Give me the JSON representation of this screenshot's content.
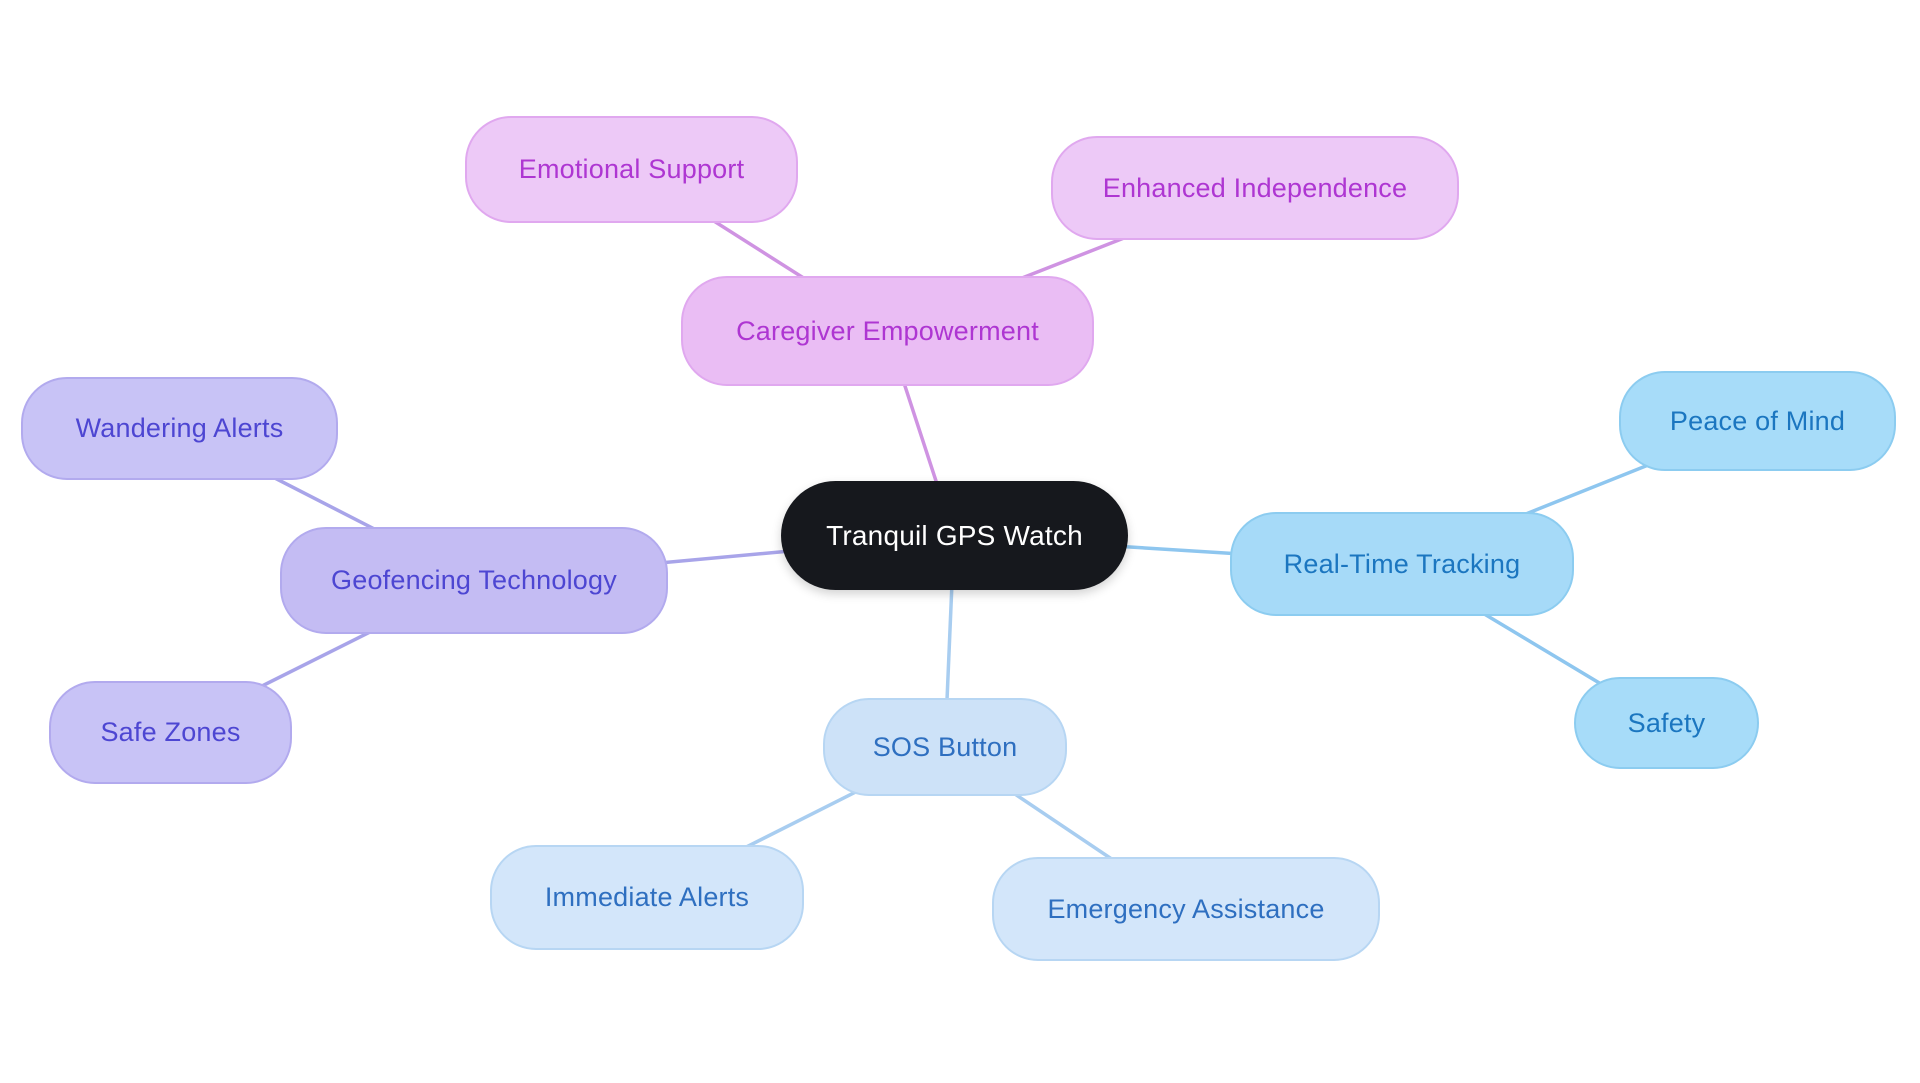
{
  "diagram": {
    "type": "mindmap",
    "background": "#ffffff",
    "center": {
      "label": "Tranquil GPS Watch",
      "fill": "#16181d",
      "text_color": "#ffffff"
    },
    "branches": [
      {
        "label": "Caregiver Empowerment",
        "color_theme": {
          "node_fill": "#eabdf4",
          "child_fill": "#edc9f7",
          "node_border": "#e0a8ef",
          "text": "#ae36d2",
          "edge": "#cf93e2"
        },
        "children": [
          {
            "label": "Emotional Support"
          },
          {
            "label": "Enhanced Independence"
          }
        ]
      },
      {
        "label": "Geofencing Technology",
        "color_theme": {
          "node_fill": "#c4bcf3",
          "child_fill": "#c8c3f6",
          "node_border": "#b2aaee",
          "text": "#4d46d2",
          "edge": "#a8a4e9"
        },
        "children": [
          {
            "label": "Wandering Alerts"
          },
          {
            "label": "Safe Zones"
          }
        ]
      },
      {
        "label": "Real-Time Tracking",
        "color_theme": {
          "node_fill": "#a6daf8",
          "child_fill": "#a7dcf9",
          "node_border": "#8cccf0",
          "text": "#1b76c0",
          "edge": "#8ec6ef"
        },
        "children": [
          {
            "label": "Peace of Mind"
          },
          {
            "label": "Safety"
          }
        ]
      },
      {
        "label": "SOS Button",
        "color_theme": {
          "node_fill": "#cde2f8",
          "child_fill": "#d3e6fa",
          "node_border": "#b7d6f3",
          "text": "#2e6fc0",
          "edge": "#a8cdf0"
        },
        "children": [
          {
            "label": "Immediate Alerts"
          },
          {
            "label": "Emergency Assistance"
          }
        ]
      }
    ]
  }
}
